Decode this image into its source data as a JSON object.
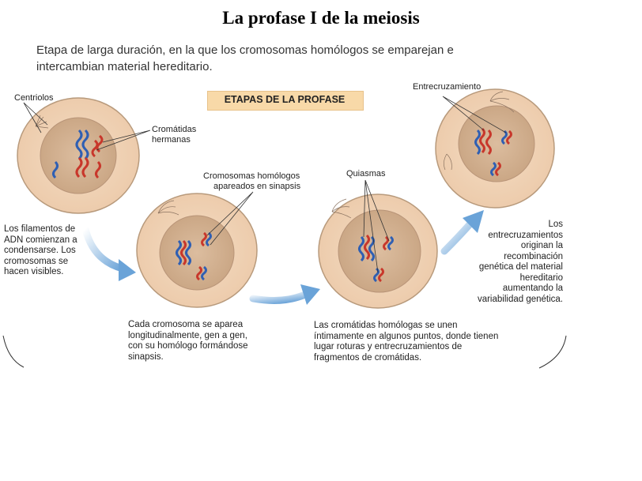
{
  "title": "La profase I de la meiosis",
  "intro": "Etapa de larga duración, en la que los cromosomas homólogos se emparejan e intercambian material hereditario.",
  "stages_heading": "ETAPAS DE LA PROFASE",
  "labels": {
    "centriolos": "Centriolos",
    "cromatidas_1": "Cromátidas",
    "cromatidas_2": "hermanas",
    "homologos_1": "Cromosomas homólogos",
    "homologos_2": "apareados en sinapsis",
    "quiasmas": "Quiasmas",
    "entrecruzamiento": "Entrecruzamiento"
  },
  "captions": {
    "stage1": [
      "Los filamentos de",
      "ADN comienzan a",
      "condensarse. Los",
      "cromosomas se",
      "hacen visibles."
    ],
    "stage2": [
      "Cada cromosoma se aparea",
      "longitudinalmente, gen a gen,",
      "con su homólogo formándose",
      "sinapsis."
    ],
    "stage3": [
      "Las cromátidas homólogas se unen",
      "íntimamente en algunos puntos, donde tienen",
      "lugar roturas y entrecruzamientos de",
      "fragmentos de cromátidas."
    ],
    "stage4": [
      "Los",
      "entrecruzamientos",
      "originan la",
      "recombinación",
      "genética del material",
      "hereditario",
      "aumentando la",
      "variabilidad genética."
    ]
  },
  "colors": {
    "cell_fill": "#f1d3b4",
    "cell_border": "#c9a88a",
    "nucleus_fill": "#d8b89a",
    "chromosome_blue": "#2f5fb3",
    "chromosome_red": "#c8372b",
    "arrow": "#8ab6e0",
    "heading_bg": "#f8d9a8"
  }
}
